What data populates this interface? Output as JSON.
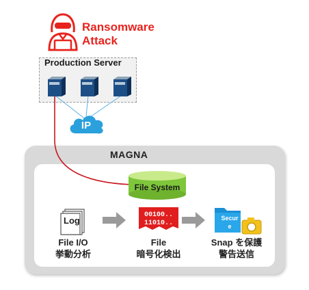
{
  "attack": {
    "line1": "Ransomware",
    "line2": "Attack",
    "icon": "hacker-icon",
    "color": "#e8231e"
  },
  "production": {
    "title": "Production Server",
    "servers": 3,
    "network_label": "IP"
  },
  "magna": {
    "title": "MAGNA",
    "file_system_label": "File System",
    "steps": [
      {
        "icon": "log-document-icon",
        "icon_text": "Log",
        "line1": "File I/O",
        "line2": "挙動分析"
      },
      {
        "icon": "binary-data-icon",
        "icon_text1": "00100..",
        "icon_text2": "11010..",
        "line1": "File",
        "line2": "暗号化検出"
      },
      {
        "icon": "secure-folder-camera-icon",
        "icon_text1": "Secur",
        "icon_text2": "e",
        "line1": "Snap を保護",
        "line2": "警告送信"
      }
    ]
  },
  "colors": {
    "alert": "#e8231e",
    "cloud": "#2aa0dc",
    "cylinder": "#7ec63a",
    "binary": "#e01e1e",
    "folder": "#1a8fd6",
    "arrow": "#9a9a9a"
  }
}
